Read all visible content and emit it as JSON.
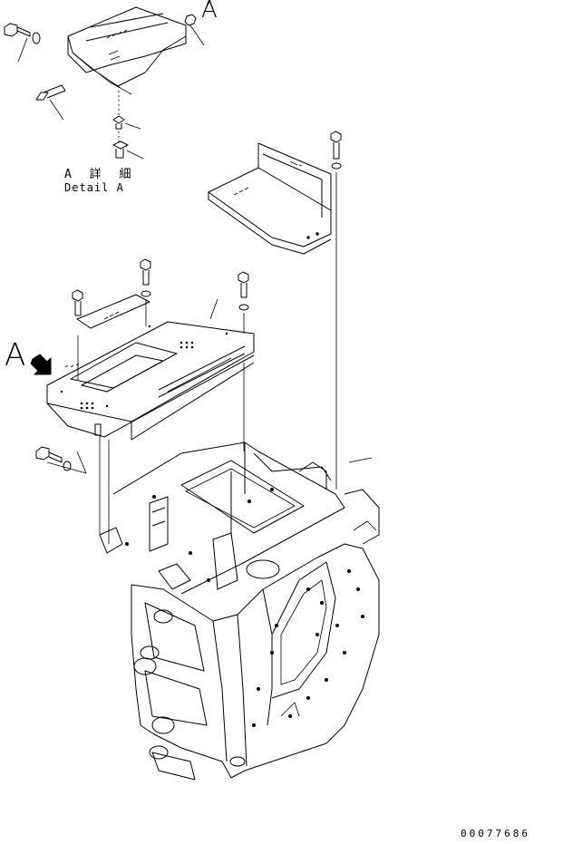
{
  "labels": {
    "detail_jp": "A 詳 細",
    "detail_en": "Detail A",
    "view_arrow": "A",
    "detail_callout": "A",
    "doc_number": "00077686"
  },
  "colors": {
    "line": "#000000",
    "background": "#ffffff"
  }
}
